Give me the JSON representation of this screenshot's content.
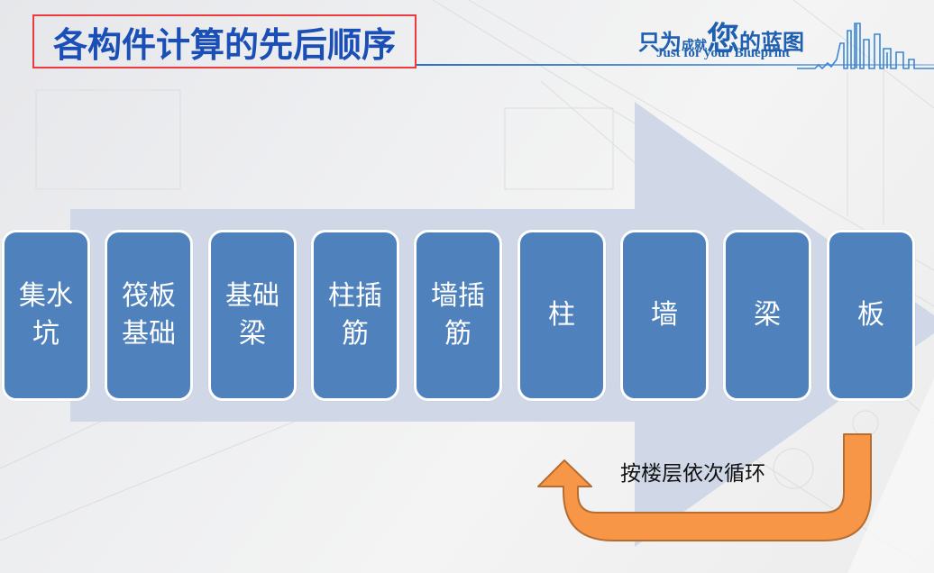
{
  "slide": {
    "title": "各构件计算的先后顺序",
    "logo": {
      "cn_part1": "只为",
      "cn_part2": "成就",
      "cn_part3": "您",
      "cn_part4": "的蓝图",
      "en": "Just for your Blueprint"
    },
    "steps": [
      {
        "label": "集水坑"
      },
      {
        "label": "筏板基础"
      },
      {
        "label": "基础梁"
      },
      {
        "label": "柱插筋"
      },
      {
        "label": "墙插筋"
      },
      {
        "label": "柱"
      },
      {
        "label": "墙"
      },
      {
        "label": "梁"
      },
      {
        "label": "板"
      }
    ],
    "loop_label": "按楼层依次循环"
  },
  "colors": {
    "title": "#1b4fb8",
    "title_border": "#ee3a3f",
    "step_fill": "#4f81bd",
    "step_border": "#ffffff",
    "big_arrow": "#d0d8e8",
    "loop_arrow_fill": "#f79646",
    "loop_arrow_stroke": "#b66d31"
  }
}
